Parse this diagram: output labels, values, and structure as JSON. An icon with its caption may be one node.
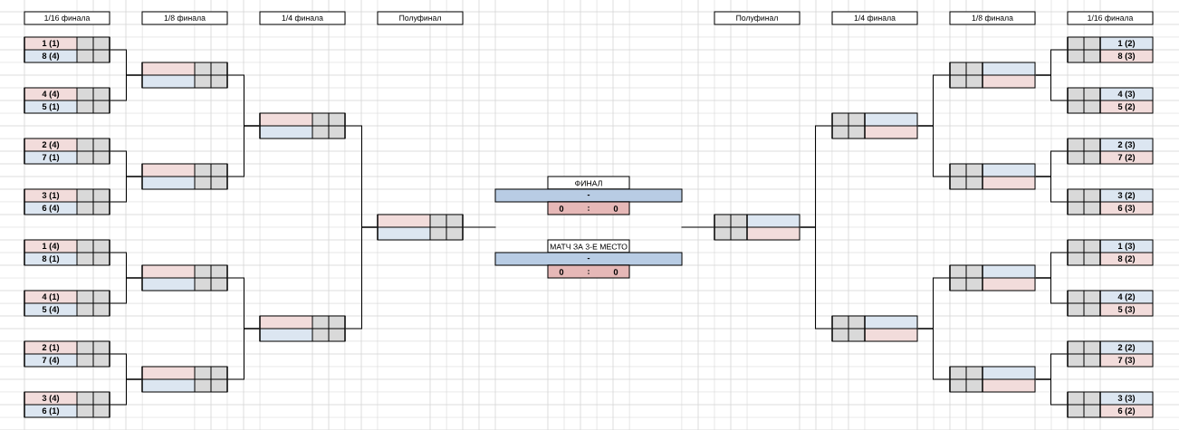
{
  "diagram": {
    "nodes": [
      {
        "text": [
          "1/16 финала"
        ]
      },
      {
        "text": [
          "1/8 финала"
        ]
      },
      {
        "text": [
          "1/4 финала"
        ]
      },
      {
        "text": [
          "Полуфинал"
        ]
      },
      {
        "text": [
          "Полуфинал"
        ]
      },
      {
        "text": [
          "1/4 финала"
        ]
      },
      {
        "text": [
          "1/8 финала"
        ]
      },
      {
        "text": [
          "1/16 финала"
        ]
      },
      {
        "text": [
          "1 (1)",
          "8 (4)"
        ]
      },
      {
        "text": [
          "4 (4)",
          "5 (1)"
        ]
      },
      {
        "text": [
          "2 (4)",
          "7 (1)"
        ]
      },
      {
        "text": [
          "3 (1)",
          "6 (4)"
        ]
      },
      {
        "text": [
          "1 (4)",
          "8 (1)"
        ]
      },
      {
        "text": [
          "4 (1)",
          "5 (4)"
        ]
      },
      {
        "text": [
          "2 (1)",
          "7 (4)"
        ]
      },
      {
        "text": [
          "3 (4)",
          "6 (1)"
        ]
      },
      {
        "text": [],
        "shape": "box"
      },
      {
        "text": [],
        "shape": "box"
      },
      {
        "text": [],
        "shape": "box"
      },
      {
        "text": [],
        "shape": "box"
      },
      {
        "text": [],
        "shape": "box"
      },
      {
        "text": [],
        "shape": "box"
      },
      {
        "text": [],
        "shape": "box"
      },
      {
        "text": [
          "ФИНАЛ"
        ]
      },
      {
        "text": [
          "-"
        ]
      },
      {
        "text": [
          "0",
          ":",
          "0"
        ]
      },
      {
        "text": [
          "МАТЧ ЗА 3-Е МЕСТО"
        ]
      },
      {
        "text": [
          "-"
        ]
      },
      {
        "text": [
          "0",
          ":",
          "0"
        ]
      },
      {
        "text": [],
        "shape": "box"
      },
      {
        "text": [],
        "shape": "box"
      },
      {
        "text": [],
        "shape": "box"
      },
      {
        "text": [],
        "shape": "box"
      },
      {
        "text": [],
        "shape": "box"
      },
      {
        "text": [],
        "shape": "box"
      },
      {
        "text": [],
        "shape": "box"
      },
      {
        "text": [
          "1 (2)",
          "8 (3)"
        ]
      },
      {
        "text": [
          "4 (3)",
          "5 (2)"
        ]
      },
      {
        "text": [
          "2 (3)",
          "7 (2)"
        ]
      },
      {
        "text": [
          "3 (2)",
          "6 (3)"
        ]
      },
      {
        "text": [
          "1 (3)",
          "8 (2)"
        ]
      },
      {
        "text": [
          "4 (2)",
          "5 (3)"
        ]
      },
      {
        "text": [
          "2 (2)",
          "7 (3)"
        ]
      },
      {
        "text": [
          "3 (3)",
          "6 (2)"
        ]
      }
    ],
    "edges": [
      {
        "from": 8,
        "to": 16,
        "arrow": "none"
      },
      {
        "from": 9,
        "to": 16,
        "arrow": "none"
      },
      {
        "from": 10,
        "to": 17,
        "arrow": "none"
      },
      {
        "from": 11,
        "to": 17,
        "arrow": "none"
      },
      {
        "from": 12,
        "to": 18,
        "arrow": "none"
      },
      {
        "from": 13,
        "to": 18,
        "arrow": "none"
      },
      {
        "from": 14,
        "to": 19,
        "arrow": "none"
      },
      {
        "from": 15,
        "to": 19,
        "arrow": "none"
      },
      {
        "from": 16,
        "to": 20,
        "arrow": "none"
      },
      {
        "from": 17,
        "to": 20,
        "arrow": "none"
      },
      {
        "from": 18,
        "to": 21,
        "arrow": "none"
      },
      {
        "from": 19,
        "to": 21,
        "arrow": "none"
      },
      {
        "from": 20,
        "to": 22,
        "arrow": "none"
      },
      {
        "from": 21,
        "to": 22,
        "arrow": "none"
      },
      {
        "from": 22,
        "to": null,
        "arrow": "none"
      },
      {
        "from": 36,
        "to": 32,
        "arrow": "none"
      },
      {
        "from": 37,
        "to": 32,
        "arrow": "none"
      },
      {
        "from": 38,
        "to": 33,
        "arrow": "none"
      },
      {
        "from": 39,
        "to": 33,
        "arrow": "none"
      },
      {
        "from": 40,
        "to": 34,
        "arrow": "none"
      },
      {
        "from": 41,
        "to": 34,
        "arrow": "none"
      },
      {
        "from": 42,
        "to": 35,
        "arrow": "none"
      },
      {
        "from": 43,
        "to": 35,
        "arrow": "none"
      },
      {
        "from": 32,
        "to": 30,
        "arrow": "none"
      },
      {
        "from": 33,
        "to": 30,
        "arrow": "none"
      },
      {
        "from": 34,
        "to": 31,
        "arrow": "none"
      },
      {
        "from": 35,
        "to": 31,
        "arrow": "none"
      },
      {
        "from": 30,
        "to": 29,
        "arrow": "none"
      },
      {
        "from": 31,
        "to": 29,
        "arrow": "none"
      },
      {
        "from": 29,
        "to": null,
        "arrow": "none"
      }
    ]
  }
}
